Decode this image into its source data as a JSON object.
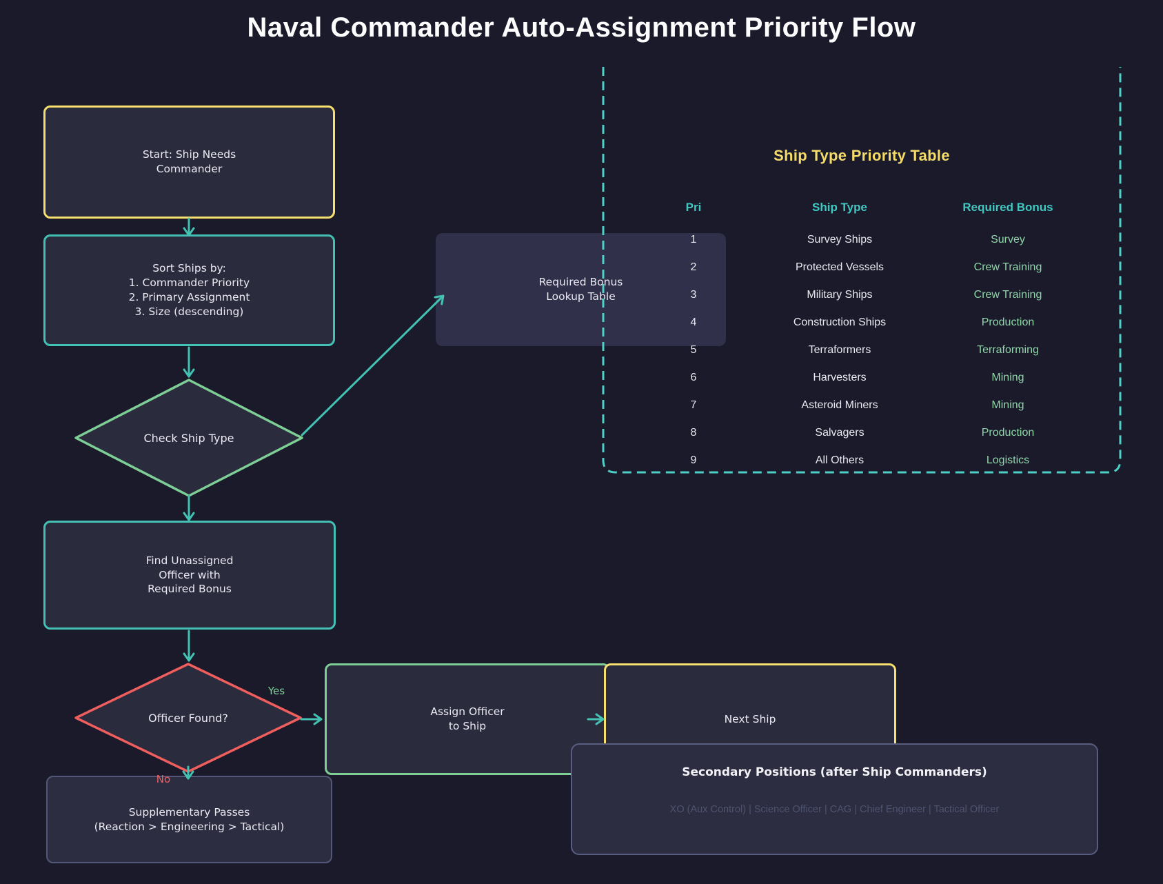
{
  "title": "Naval Commander Auto-Assignment Priority Flow",
  "colors": {
    "background": "#1a1a2b",
    "node_fill": "#2b2b3e",
    "panel_fill": "#2e2e44",
    "accent_yellow": "#f7df6e",
    "accent_teal": "#43c2b3",
    "accent_green": "#7ecf96",
    "accent_red": "#f15e5e",
    "dashed_border": "#4fd0c7",
    "table_header_teal": "#3fc8c0",
    "bonus_green": "#90d7a8",
    "dim_text": "#4e536f"
  },
  "flow": {
    "start": {
      "label": "Start: Ship Needs\nCommander"
    },
    "sort": {
      "label": "Sort Ships by:\n1. Commander Priority\n2. Primary Assignment\n3. Size (descending)"
    },
    "check_ship_type": {
      "label": "Check Ship Type"
    },
    "lookup": {
      "label": "Required Bonus\nLookup Table"
    },
    "find_officer": {
      "label": "Find Unassigned\nOfficer with\nRequired Bonus"
    },
    "officer_found": {
      "label": "Officer Found?"
    },
    "assign": {
      "label": "Assign Officer\nto Ship"
    },
    "next_ship": {
      "label": "Next Ship"
    },
    "supplementary": {
      "label": "Supplementary Passes\n(Reaction > Engineering > Tactical)"
    },
    "edge_labels": {
      "yes": "Yes",
      "no": "No"
    }
  },
  "priority_table": {
    "title": "Ship Type Priority Table",
    "headers": {
      "pri": "Pri",
      "ship_type": "Ship Type",
      "required_bonus": "Required Bonus"
    },
    "rows": [
      {
        "pri": "1",
        "ship_type": "Survey Ships",
        "required_bonus": "Survey"
      },
      {
        "pri": "2",
        "ship_type": "Protected Vessels",
        "required_bonus": "Crew Training"
      },
      {
        "pri": "3",
        "ship_type": "Military Ships",
        "required_bonus": "Crew Training"
      },
      {
        "pri": "4",
        "ship_type": "Construction Ships",
        "required_bonus": "Production"
      },
      {
        "pri": "5",
        "ship_type": "Terraformers",
        "required_bonus": "Terraforming"
      },
      {
        "pri": "6",
        "ship_type": "Harvesters",
        "required_bonus": "Mining"
      },
      {
        "pri": "7",
        "ship_type": "Asteroid Miners",
        "required_bonus": "Mining"
      },
      {
        "pri": "8",
        "ship_type": "Salvagers",
        "required_bonus": "Production"
      },
      {
        "pri": "9",
        "ship_type": "All Others",
        "required_bonus": "Logistics"
      }
    ]
  },
  "secondary": {
    "title": "Secondary Positions (after Ship Commanders)",
    "positions": "XO (Aux Control) | Science Officer | CAG | Chief Engineer | Tactical Officer"
  }
}
